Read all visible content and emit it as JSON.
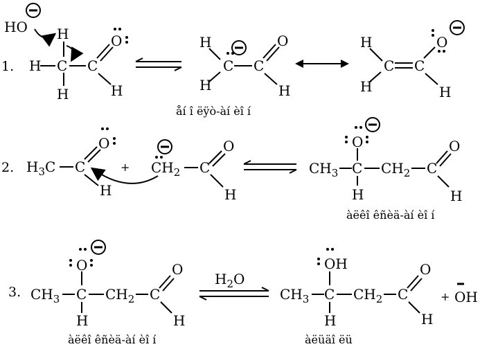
{
  "steps": [
    {
      "number": "1.",
      "attack": {
        "ho": "HO",
        "h": "H"
      },
      "left": {
        "h1": "H",
        "dash": "—",
        "c1": "C",
        "c2": "C",
        "o": "O",
        "h2": "H",
        "h3": "H"
      },
      "middle": {
        "h1": "H",
        "h2": "H",
        "c1": "C",
        "c2": "C",
        "o": "O",
        "h3": "H"
      },
      "right": {
        "h1": "H",
        "h2": "H",
        "c1": "C",
        "c2": "C",
        "o": "O",
        "h3": "H"
      },
      "caption": "åí î ëÿò-àí èî í"
    },
    {
      "number": "2.",
      "h3c": "H3C",
      "c1": "C",
      "o1": "O",
      "h1": "H",
      "plus": "+",
      "ch2": "CH2",
      "c2": "C",
      "o2": "O",
      "h2": "H",
      "product": {
        "ch3": "CH3",
        "c1": "C",
        "o": "O",
        "h": "H",
        "ch2": "CH2",
        "c2": "C",
        "o2": "O",
        "h2": "H"
      },
      "caption": "àëêî êñèä-àí èî í"
    },
    {
      "number": "3.",
      "reactant": {
        "ch3": "CH3",
        "c1": "C",
        "o": "O",
        "h": "H",
        "ch2": "CH2",
        "c2": "C",
        "o2": "O",
        "h2": "H"
      },
      "reactant_caption": "àëêî êñèä-àí èî í",
      "reagent": "H2O",
      "product": {
        "ch3": "CH3",
        "c1": "C",
        "oh": "OH",
        "h": "H",
        "ch2": "CH2",
        "c2": "C",
        "o2": "O",
        "h2": "H"
      },
      "product_caption": "àëüäî ëü",
      "plus": "+",
      "byproduct": "OH"
    }
  ]
}
